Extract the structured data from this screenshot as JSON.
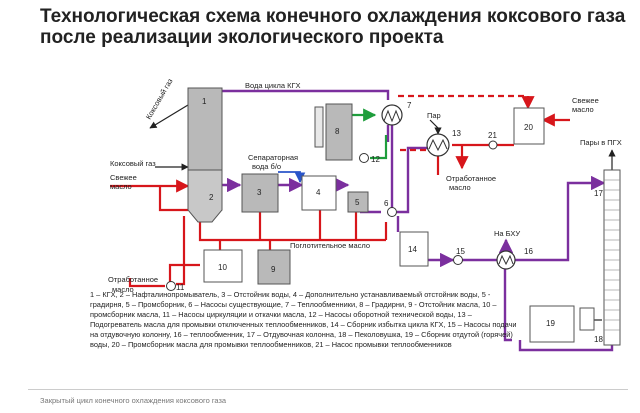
{
  "title": {
    "line1": "Технологическая схема конечного охлаждения коксового газа",
    "line2": "после реализации экологического проекта"
  },
  "labels": {
    "coke_gas_out": "Коксовый газ",
    "coke_gas_in": "Коксовый газ",
    "fresh_oil_left_1": "Свежее",
    "fresh_oil_left_2": "масло",
    "spent_oil_left_1": "Отработанное",
    "spent_oil_left_2": "масло",
    "water_kgh": "Вода цикла КГХ",
    "separator_water_1": "Сепараторная",
    "separator_water_2": "вода б/о",
    "absorb_oil": "Поглотительное масло",
    "steam": "Пар",
    "fresh_oil_right_1": "Свежее",
    "fresh_oil_right_2": "масло",
    "spent_oil_right_1": "Отработанное",
    "spent_oil_right_2": "масло",
    "vapors_1": "Пары в ПГХ",
    "to_bhu": "На БХУ"
  },
  "equipment": {
    "n1": "1",
    "n2": "2",
    "n3": "3",
    "n4": "4",
    "n5": "5",
    "n6": "6",
    "n7": "7",
    "n8": "8",
    "n9": "9",
    "n10": "10",
    "n11": "11",
    "n12": "12",
    "n13": "13",
    "n14": "14",
    "n15": "15",
    "n16": "16",
    "n17": "17",
    "n18": "18",
    "n19": "19",
    "n20": "20",
    "n21": "21"
  },
  "legend": "1 – КГХ, 2 – Нафталинопромыватель, 3 – Отстойник воды, 4 – Дополнительно устанавливаемый отстойник воды, 5 - градирня, 5 – Промсборник, 6 – Насосы существующие, 7 – Теплообменники, 8 – Градирни, 9 - Отстойник масла, 10 – промсборник масла, 11 – Насосы циркуляции и откачки масла, 12 – Насосы оборотной технической воды, 13 – Подогреватель масла для промывки отключенных теплообменников, 14 – Сборник избытка цикла КГХ, 15 – Насосы подачи на отдувочную колонну, 16 – теплообменник, 17 – Отдувочная колонна, 18 – Пеколовушка, 19 – Сборник отдутой (горячей) воды, 20 – Промсборник масла для промывки теплообменников, 21 – Насос промывки теплообменников",
  "caption": "Закрытый цикл конечного охлаждения коксового газа",
  "colors": {
    "purple": "#7b2f9e",
    "red": "#d7161b",
    "green": "#1f9e3c",
    "blue": "#2a55c9",
    "vessel": "#b9b9b9",
    "vessel_dark": "#8c8c8c"
  }
}
